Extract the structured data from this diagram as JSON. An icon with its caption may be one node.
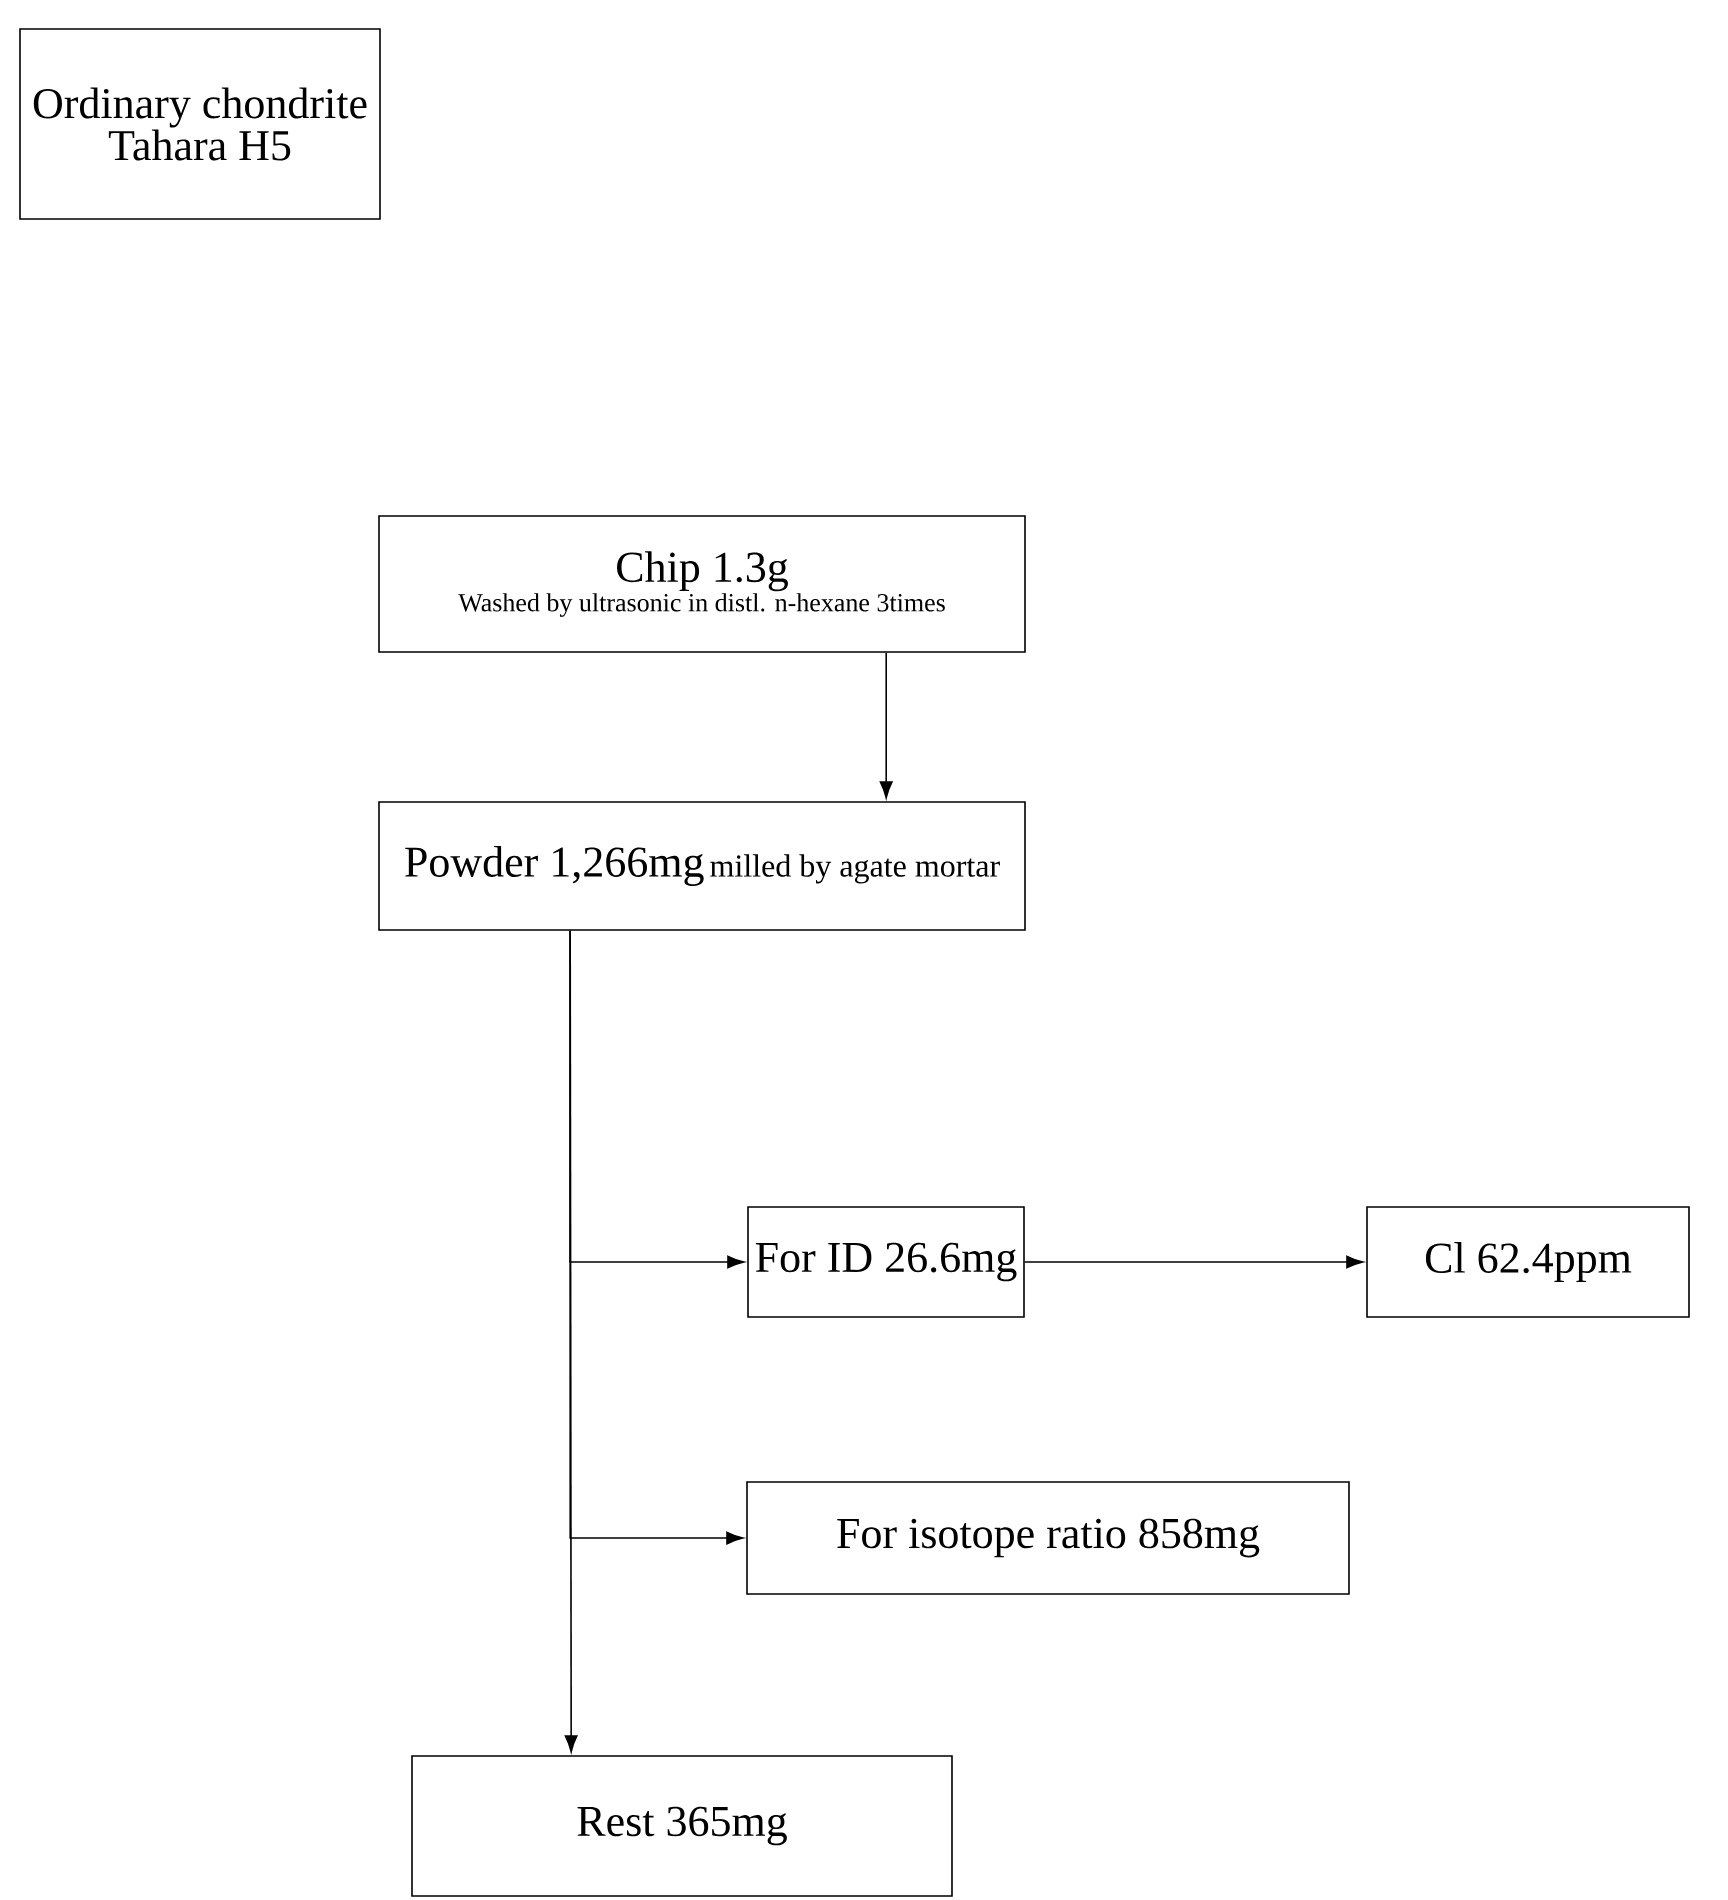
{
  "diagram": {
    "nodes": [
      {
        "text": [
          "Ordinary chondrite",
          "Tahara  H5"
        ]
      },
      {
        "text": [
          "Chip 1.3g",
          "Washed by ultrasonic in distl. n-hexane 3times"
        ]
      },
      {
        "text": [
          "Powder 1,266mg",
          "milled by agate mortar"
        ]
      },
      {
        "text": [
          "For ID 26.6mg"
        ]
      },
      {
        "text": [
          "Cl 62.4ppm"
        ]
      },
      {
        "text": [
          "For isotope ratio 858mg"
        ]
      },
      {
        "text": [
          "Rest 365mg"
        ]
      }
    ],
    "edges": [
      {
        "from": 1,
        "to": 2,
        "arrow": "to"
      },
      {
        "from": 2,
        "to": 3,
        "arrow": "to"
      },
      {
        "from": 3,
        "to": 4,
        "arrow": "to"
      },
      {
        "from": 2,
        "to": 5,
        "arrow": "to"
      },
      {
        "from": 2,
        "to": 6,
        "arrow": "to"
      }
    ]
  }
}
